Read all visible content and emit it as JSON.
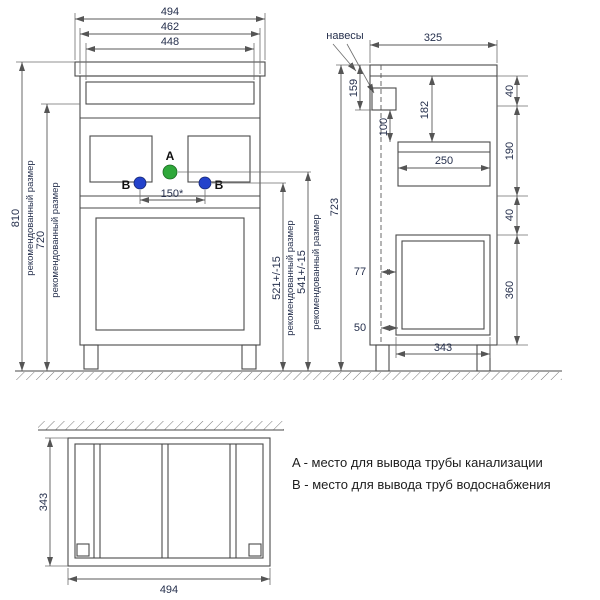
{
  "annotations": {
    "hangers": "навесы",
    "recommended_size": "рекомендованный размер"
  },
  "markers": {
    "a": "A",
    "b": "B"
  },
  "front_view": {
    "width_top": "494",
    "width_mid": "462",
    "width_inner": "448",
    "height_total": "810",
    "height_body": "720",
    "pipe_spacing": "150*",
    "drain_height": "521+/-15",
    "supply_height": "541+/-15"
  },
  "side_view": {
    "height_total": "723",
    "depth_top": "325",
    "hanger_offset": "159",
    "hanger_height": "182",
    "hanger_gap": "100",
    "drawer_depth": "250",
    "gap_top": "40",
    "drawer_zone": "190",
    "gap_middle": "40",
    "door_height": "360",
    "wall_gap": "77",
    "plinth_inset": "50",
    "base_depth": "343"
  },
  "bottom_view": {
    "depth": "343",
    "width": "494"
  },
  "legend": {
    "line_a": "A - место для вывода трубы канализации",
    "line_b": "B - место для вывода труб водоснабжения"
  },
  "colors": {
    "marker_a": "#2fa83a",
    "marker_b": "#2342cb"
  }
}
